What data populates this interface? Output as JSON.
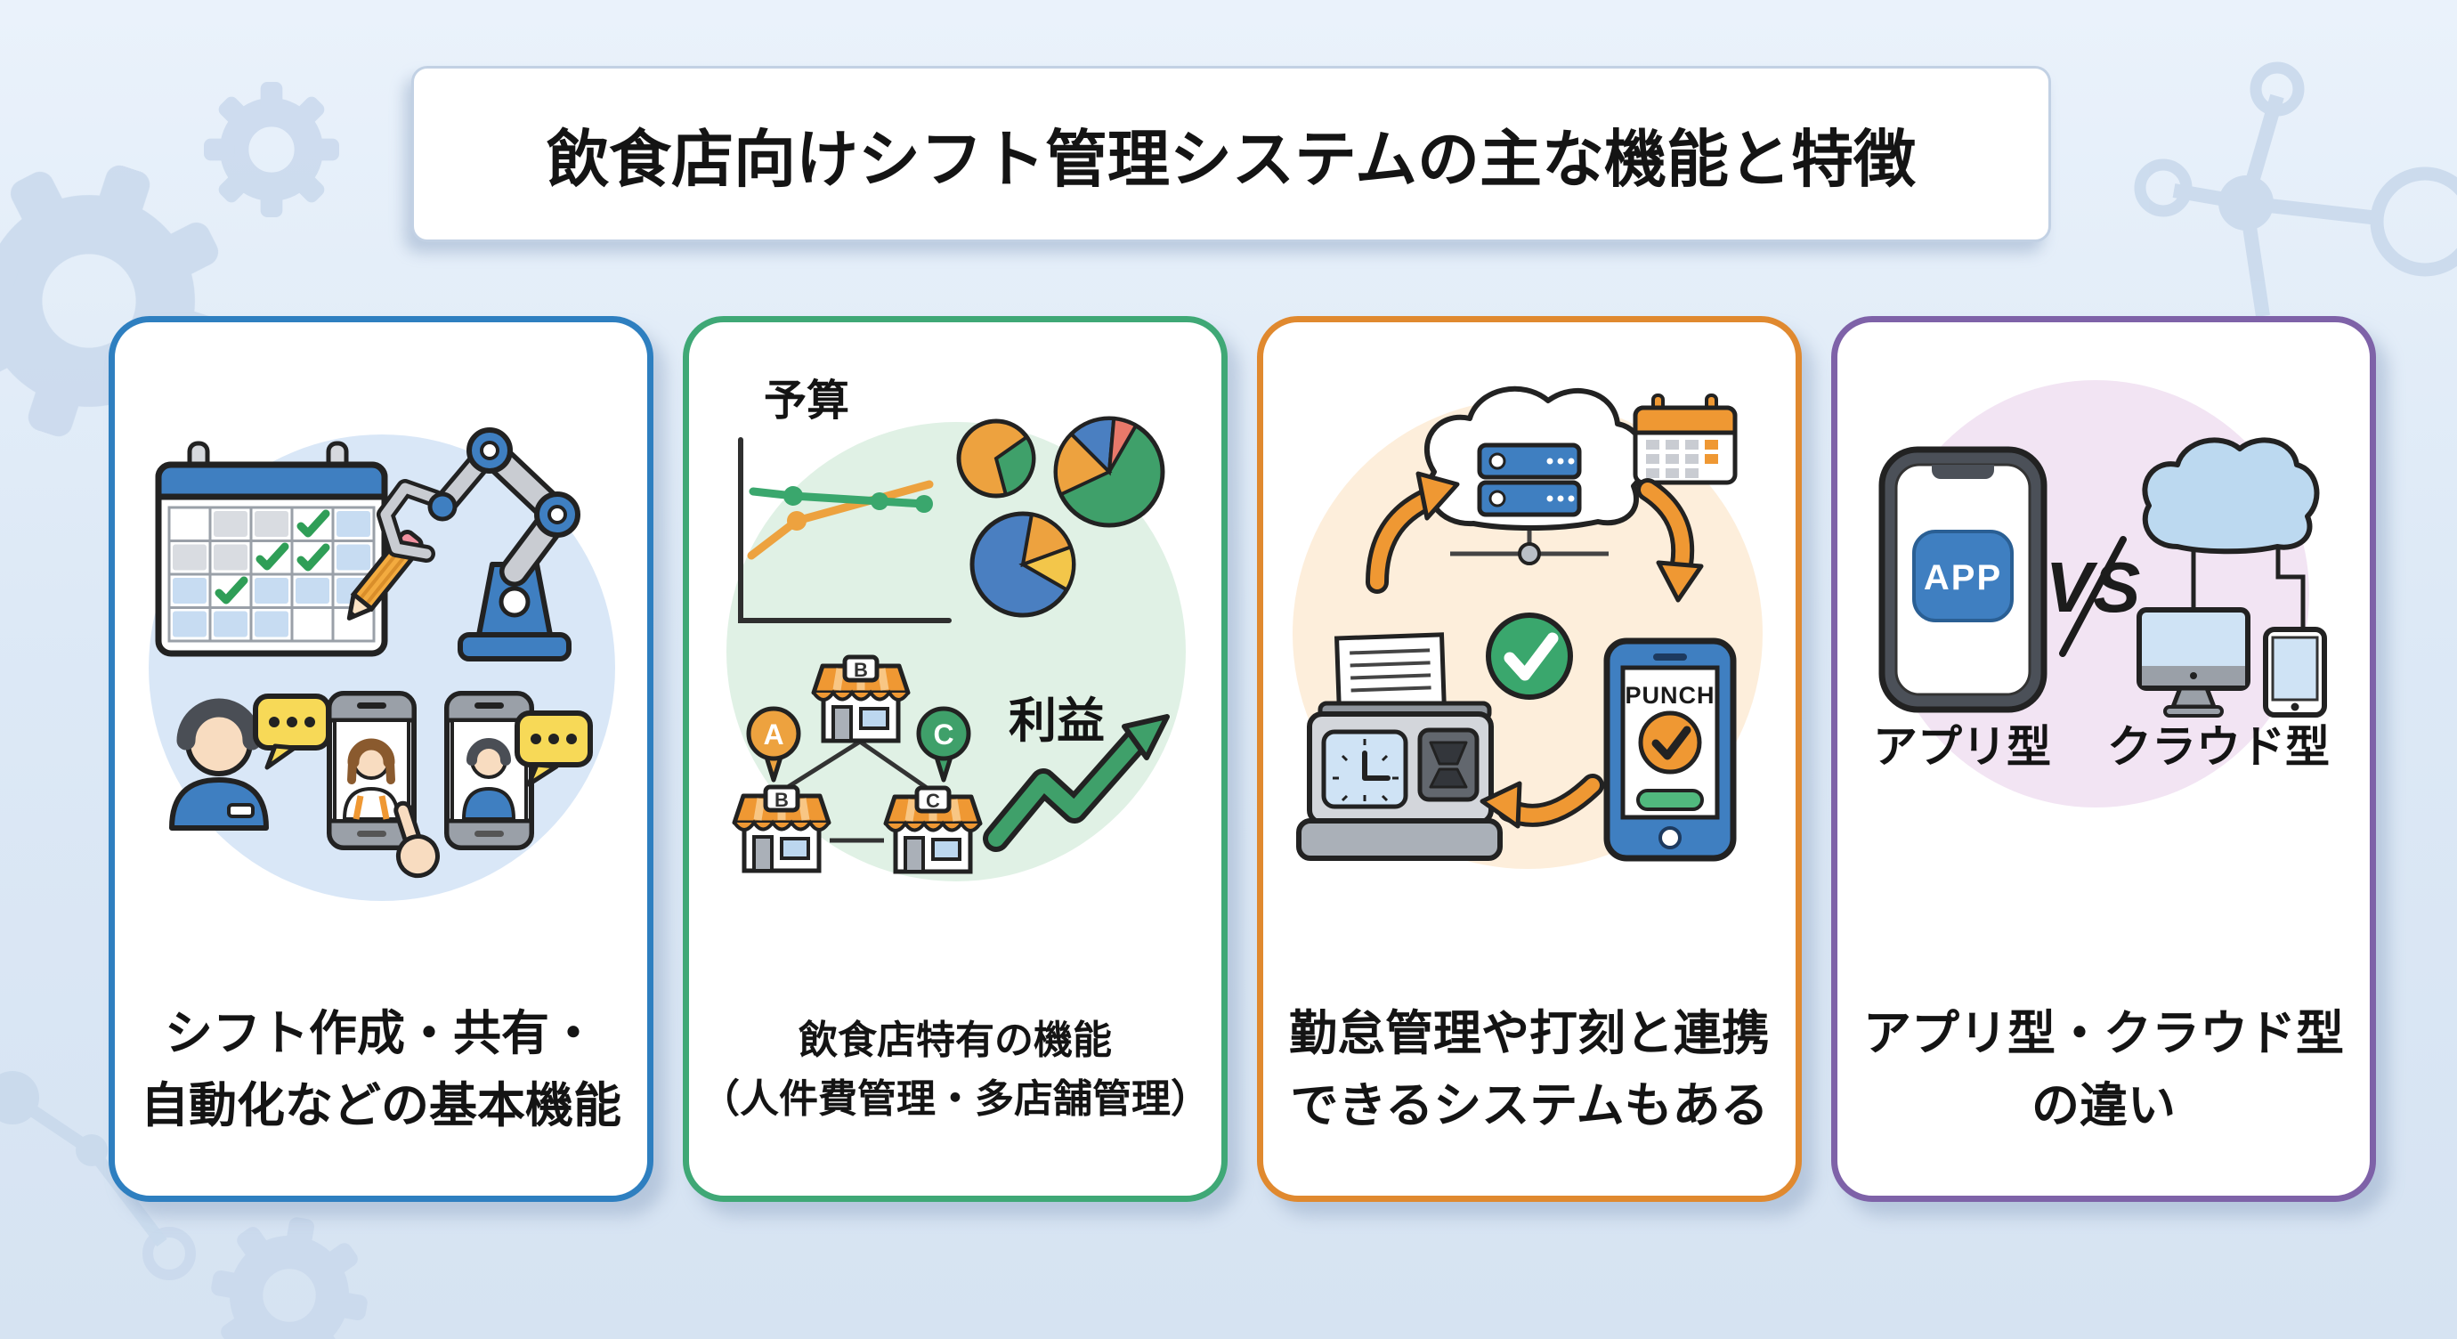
{
  "title": "飲食店向けシフト管理システムの主な機能と特徴",
  "colors": {
    "background": "#dfe9f6",
    "decoration": "#c9d9ec",
    "card_accents": [
      "#2e7fc0",
      "#3fa876",
      "#e0892f",
      "#7e62a8"
    ],
    "card_tints": [
      "#d9e7f7",
      "#e0f1e5",
      "#fdeedb",
      "#f2e4f3"
    ]
  },
  "cards": [
    {
      "caption_line1": "シフト作成・共有・",
      "caption_line2": "自動化などの基本機能"
    },
    {
      "caption_line1": "飲食店特有の機能",
      "caption_line2": "（人件費管理・多店舗管理）",
      "labels": {
        "budget": "予算",
        "profit": "利益",
        "pin_a": "A",
        "pin_c": "C",
        "store_top": "B",
        "store_left": "B",
        "store_right": "C"
      }
    },
    {
      "caption_line1": "勤怠管理や打刻と連携",
      "caption_line2": "できるシステムもある",
      "labels": {
        "punch": "PUNCH"
      }
    },
    {
      "caption_line1": "アプリ型・クラウド型",
      "caption_line2": "の違い",
      "labels": {
        "app": "APP",
        "vs": "VS",
        "app_type": "アプリ型",
        "cloud_type": "クラウド型"
      }
    }
  ]
}
